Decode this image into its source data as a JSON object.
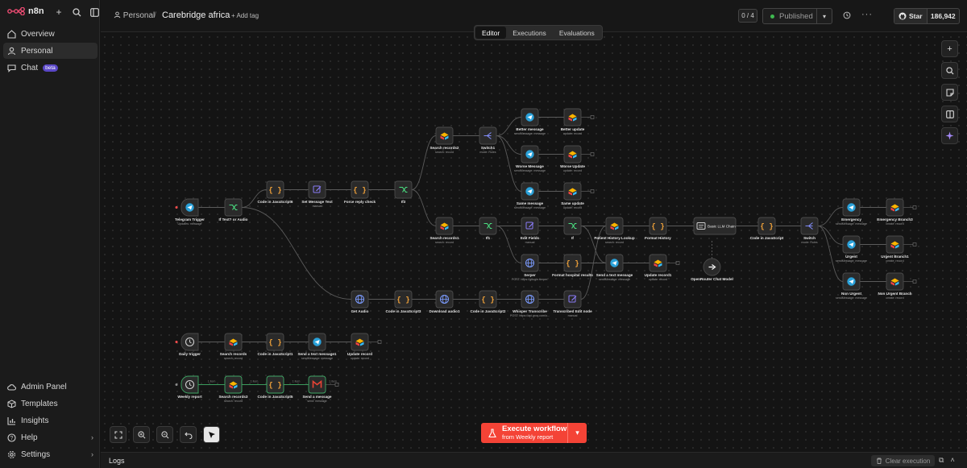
{
  "app": {
    "name": "n8n"
  },
  "sidebar": {
    "items": [
      {
        "label": "Overview",
        "icon": "home-icon"
      },
      {
        "label": "Personal",
        "icon": "user-icon",
        "active": true
      },
      {
        "label": "Chat",
        "icon": "chat-icon",
        "badge": "beta"
      }
    ],
    "bottom": [
      {
        "label": "Admin Panel",
        "icon": "cloud-icon"
      },
      {
        "label": "Templates",
        "icon": "box-icon"
      },
      {
        "label": "Insights",
        "icon": "chart-icon"
      },
      {
        "label": "Help",
        "icon": "help-icon",
        "chevron": true
      },
      {
        "label": "Settings",
        "icon": "gear-icon",
        "chevron": true
      }
    ]
  },
  "header": {
    "project": "Personal",
    "separator": "/",
    "workflow_name": "Carebridge africa",
    "add_tag": "+ Add tag",
    "counter": "0 / 4",
    "published": "Published",
    "github_star": "Star",
    "star_count": "186,942"
  },
  "tabs": [
    {
      "label": "Editor",
      "active": true
    },
    {
      "label": "Executions"
    },
    {
      "label": "Evaluations"
    }
  ],
  "execute": {
    "label": "Execute workflow",
    "sublabel": "from Weekly report"
  },
  "logs": {
    "title": "Logs",
    "clear": "Clear execution"
  },
  "colors": {
    "trigger_red": "#ff4d4d",
    "telegram": "#2aa1d9",
    "airtable": "#fcb400",
    "switch_green": "#4ade80",
    "code_orange": "#f2a33a",
    "http_blue": "#7c9cff",
    "edit_purple": "#8b7cf7",
    "gmail_red": "#ea4335",
    "execute_red": "#f44336"
  },
  "nodes": [
    {
      "id": "n1",
      "label": "Telegram Trigger",
      "sub": "Updates: message",
      "icon": "telegram",
      "trigger": true
    },
    {
      "id": "n2",
      "label": "If Text? or Audio",
      "sub": "",
      "icon": "switch"
    },
    {
      "id": "n3",
      "label": "Code in JavaScript6",
      "sub": "",
      "icon": "code"
    },
    {
      "id": "n4",
      "label": "Set Message Text",
      "sub": "manual",
      "icon": "edit"
    },
    {
      "id": "n5",
      "label": "Force reply check",
      "sub": "",
      "icon": "code"
    },
    {
      "id": "n6",
      "label": "If3",
      "sub": "",
      "icon": "switch"
    },
    {
      "id": "n7",
      "label": "Search records2",
      "sub": "search: record",
      "icon": "airtable"
    },
    {
      "id": "n8",
      "label": "Switch1",
      "sub": "mode: Rules",
      "icon": "route"
    },
    {
      "id": "n9",
      "label": "Better message",
      "sub": "sendMessage: message",
      "icon": "telegram"
    },
    {
      "id": "n10",
      "label": "Better update",
      "sub": "update: record",
      "icon": "airtable"
    },
    {
      "id": "n11",
      "label": "Worse Message",
      "sub": "sendMessage: message",
      "icon": "telegram"
    },
    {
      "id": "n12",
      "label": "Worse Update",
      "sub": "update: record",
      "icon": "airtable"
    },
    {
      "id": "n13",
      "label": "Same message",
      "sub": "sendMessage: message",
      "icon": "telegram"
    },
    {
      "id": "n14",
      "label": "Same update",
      "sub": "update: record",
      "icon": "airtable"
    },
    {
      "id": "n15",
      "label": "Search records1",
      "sub": "search: record",
      "icon": "airtable"
    },
    {
      "id": "n16",
      "label": "If1",
      "sub": "",
      "icon": "switch"
    },
    {
      "id": "n17",
      "label": "Edit Fields",
      "sub": "manual",
      "icon": "edit"
    },
    {
      "id": "n18",
      "label": "If",
      "sub": "",
      "icon": "switch"
    },
    {
      "id": "n19",
      "label": "Patient History Lookup",
      "sub": "search: record",
      "icon": "airtable"
    },
    {
      "id": "n20",
      "label": "Format History",
      "sub": "",
      "icon": "code"
    },
    {
      "id": "n21",
      "label": "Basic LLM Chain",
      "sub": "",
      "icon": "llm",
      "wide": true
    },
    {
      "id": "n22",
      "label": "Code in JavaScript",
      "sub": "",
      "icon": "code"
    },
    {
      "id": "n23",
      "label": "Switch",
      "sub": "mode: Rules",
      "icon": "route"
    },
    {
      "id": "n24",
      "label": "Emergency",
      "sub": "sendMessage: message",
      "icon": "telegram"
    },
    {
      "id": "n25",
      "label": "Emergency Branch3",
      "sub": "create: record",
      "icon": "airtable"
    },
    {
      "id": "n26",
      "label": "Urgent",
      "sub": "sendMessage: message",
      "icon": "telegram"
    },
    {
      "id": "n27",
      "label": "Urgent Branch1",
      "sub": "create: record",
      "icon": "airtable"
    },
    {
      "id": "n28",
      "label": "Non Urgent",
      "sub": "sendMessage: message",
      "icon": "telegram"
    },
    {
      "id": "n29",
      "label": "Non Urgent Branch",
      "sub": "create: record",
      "icon": "airtable"
    },
    {
      "id": "n30",
      "label": "OpenRouter Chat Model",
      "sub": "",
      "icon": "openrouter",
      "round": true
    },
    {
      "id": "n31",
      "label": "Serper",
      "sub": "POST: https://google.serper.",
      "icon": "http"
    },
    {
      "id": "n32",
      "label": "Format hospital results",
      "sub": "",
      "icon": "code"
    },
    {
      "id": "n33",
      "label": "Send a text message",
      "sub": "sendMessage: message",
      "icon": "telegram"
    },
    {
      "id": "n34",
      "label": "Update record1",
      "sub": "update: record",
      "icon": "airtable"
    },
    {
      "id": "n35",
      "label": "Get Audio",
      "sub": "",
      "icon": "http"
    },
    {
      "id": "n36",
      "label": "Code in JavaScript3",
      "sub": "",
      "icon": "code"
    },
    {
      "id": "n37",
      "label": "Download audio1",
      "sub": "",
      "icon": "http"
    },
    {
      "id": "n38",
      "label": "Code in JavaScript2",
      "sub": "",
      "icon": "code"
    },
    {
      "id": "n39",
      "label": "Whisper Transcribe",
      "sub": "POST: https://api.groq.com/o...",
      "icon": "http"
    },
    {
      "id": "n40",
      "label": "Transcribed Edit node",
      "sub": "manual",
      "icon": "edit"
    },
    {
      "id": "n41",
      "label": "Daily trigger",
      "sub": "",
      "icon": "clock",
      "trigger": true
    },
    {
      "id": "n42",
      "label": "Search records",
      "sub": "search: record",
      "icon": "airtable"
    },
    {
      "id": "n43",
      "label": "Code in JavaScript1",
      "sub": "",
      "icon": "code"
    },
    {
      "id": "n44",
      "label": "Send a text message1",
      "sub": "sendMessage: message",
      "icon": "telegram"
    },
    {
      "id": "n45",
      "label": "Update record",
      "sub": "update: record",
      "icon": "airtable"
    },
    {
      "id": "n46",
      "label": "Weekly report",
      "sub": "",
      "icon": "clock",
      "trigger": true,
      "ran": true
    },
    {
      "id": "n47",
      "label": "Search records3",
      "sub": "search: record",
      "icon": "airtable",
      "ran": true
    },
    {
      "id": "n48",
      "label": "Code in JavaScript5",
      "sub": "",
      "icon": "code",
      "ran": true
    },
    {
      "id": "n49",
      "label": "Send a message",
      "sub": "send: message",
      "icon": "gmail",
      "ran": true
    }
  ],
  "connection_labels": [
    "1 item",
    "1 item",
    "1 item",
    "1 item"
  ],
  "edges": [
    [
      "n1",
      "n2"
    ],
    [
      "n2",
      "n3"
    ],
    [
      "n2",
      "n35"
    ],
    [
      "n3",
      "n4"
    ],
    [
      "n4",
      "n5"
    ],
    [
      "n5",
      "n6"
    ],
    [
      "n6",
      "n7"
    ],
    [
      "n6",
      "n15"
    ],
    [
      "n7",
      "n8"
    ],
    [
      "n8",
      "n9"
    ],
    [
      "n8",
      "n11"
    ],
    [
      "n8",
      "n13"
    ],
    [
      "n9",
      "n10"
    ],
    [
      "n11",
      "n12"
    ],
    [
      "n13",
      "n14"
    ],
    [
      "n15",
      "n16"
    ],
    [
      "n16",
      "n17"
    ],
    [
      "n16",
      "n31"
    ],
    [
      "n17",
      "n18"
    ],
    [
      "n18",
      "n19"
    ],
    [
      "n18",
      "n33"
    ],
    [
      "n19",
      "n20"
    ],
    [
      "n20",
      "n21"
    ],
    [
      "n21",
      "n22"
    ],
    [
      "n22",
      "n23"
    ],
    [
      "n23",
      "n24"
    ],
    [
      "n23",
      "n26"
    ],
    [
      "n23",
      "n28"
    ],
    [
      "n24",
      "n25"
    ],
    [
      "n26",
      "n27"
    ],
    [
      "n28",
      "n29"
    ],
    [
      "n31",
      "n32"
    ],
    [
      "n32",
      "n33"
    ],
    [
      "n33",
      "n34"
    ],
    [
      "n35",
      "n36"
    ],
    [
      "n36",
      "n37"
    ],
    [
      "n37",
      "n38"
    ],
    [
      "n38",
      "n39"
    ],
    [
      "n39",
      "n40"
    ],
    [
      "n40",
      "n19"
    ],
    [
      "n41",
      "n42"
    ],
    [
      "n42",
      "n43"
    ],
    [
      "n43",
      "n44"
    ],
    [
      "n44",
      "n45"
    ],
    [
      "n46",
      "n47"
    ],
    [
      "n47",
      "n48"
    ],
    [
      "n48",
      "n49"
    ]
  ],
  "model_edge": [
    "n30",
    "n21"
  ],
  "ran_edges": [
    [
      "n46",
      "n47"
    ],
    [
      "n47",
      "n48"
    ],
    [
      "n48",
      "n49"
    ]
  ]
}
